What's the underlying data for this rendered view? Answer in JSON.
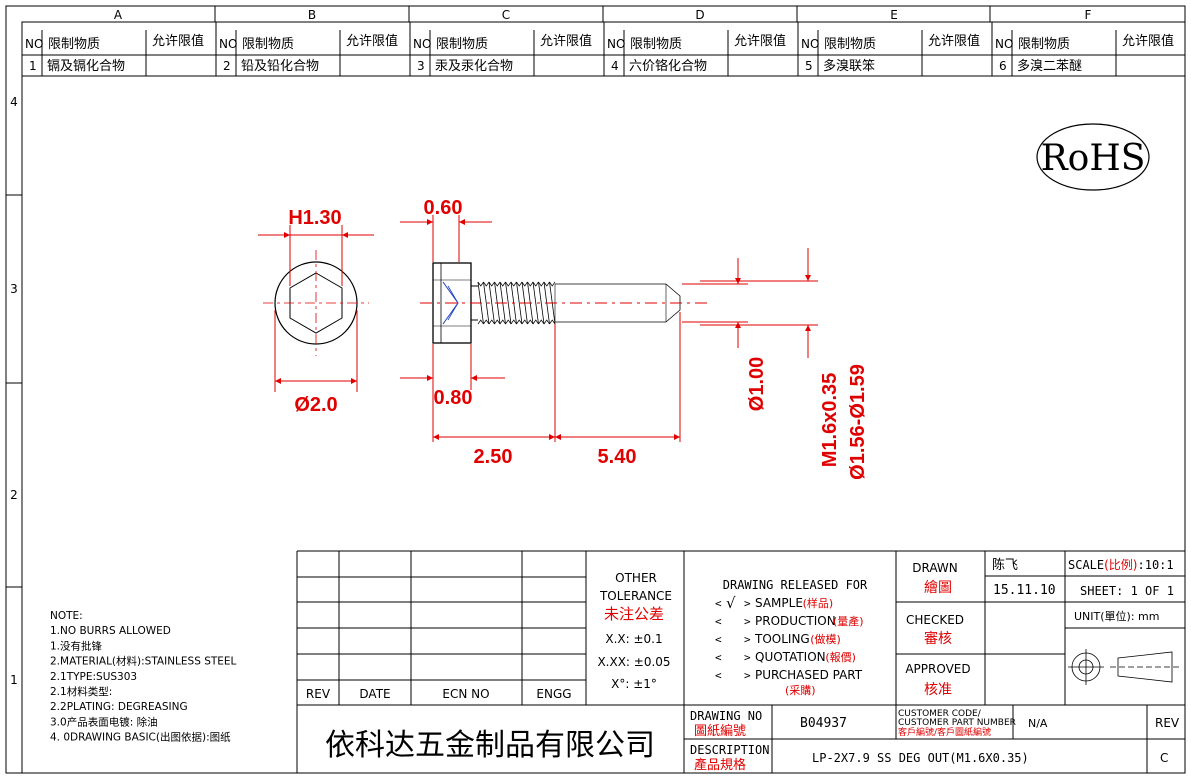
{
  "zones": {
    "cols": [
      "A",
      "B",
      "C",
      "D",
      "E",
      "F"
    ],
    "rows": [
      "4",
      "3",
      "2",
      "1"
    ]
  },
  "substances": {
    "no_header": "NO",
    "name_header": "限制物质",
    "limit_header": "允许限值",
    "items": [
      {
        "no": "1",
        "name": "镉及镉化合物",
        "limit": ""
      },
      {
        "no": "2",
        "name": "铅及铅化合物",
        "limit": ""
      },
      {
        "no": "3",
        "name": "汞及汞化合物",
        "limit": ""
      },
      {
        "no": "4",
        "name": "六价铬化合物",
        "limit": ""
      },
      {
        "no": "5",
        "name": "多溴联笨",
        "limit": ""
      },
      {
        "no": "6",
        "name": "多溴二苯醚",
        "limit": ""
      }
    ]
  },
  "rohs": "RoHS",
  "dims": {
    "head_hex": "H1.30",
    "head_dia": "Ø2.0",
    "slot": "0.60",
    "head_len": "0.80",
    "shank_dia": "Ø1.00",
    "thread": "M1.6x0.35",
    "thread_dia": "Ø1.56-Ø1.59",
    "len1": "2.50",
    "len2": "5.40"
  },
  "notes": [
    "NOTE:",
    "1.NO BURRS ALLOWED",
    "1.没有批锋",
    "2.MATERIAL(材料):STAINLESS STEEL",
    "2.1TYPE:SUS303",
    "2.1材料类型:",
    "2.2PLATING: DEGREASING",
    "3.0产品表面电镀: 除油",
    "4. 0DRAWING BASIC(出图依据):图纸"
  ],
  "rev_table": {
    "rev": "REV",
    "date": "DATE",
    "ecn": "ECN NO",
    "engg": "ENGG"
  },
  "tolerance": {
    "title1": "OTHER",
    "title2": "TOLERANCE",
    "title_cn": "未注公差",
    "xx": "X.X: ±0.1",
    "xxx": "X.XX: ±0.05",
    "ang": "X°: ±1°"
  },
  "release": {
    "title": "DRAWING RELEASED FOR",
    "items": [
      {
        "check": "√",
        "label": "SAMPLE",
        "cn": "(样品)"
      },
      {
        "check": "",
        "label": "PRODUCTION",
        "cn": "(量產)"
      },
      {
        "check": "",
        "label": "TOOLING",
        "cn": "(做模)"
      },
      {
        "check": "",
        "label": "QUOTATION",
        "cn": "(報價)"
      },
      {
        "check": "",
        "label": "PURCHASED PART",
        "cn": "(采購)"
      }
    ]
  },
  "signoff": {
    "drawn": "DRAWN",
    "drawn_cn": "繪圖",
    "drawn_name": "陈飞",
    "drawn_date": "15.11.10",
    "checked": "CHECKED",
    "checked_cn": "審核",
    "approved": "APPROVED",
    "approved_cn": "核准"
  },
  "scale": {
    "label": "SCALE",
    "cn": "(比例)",
    "value": ":10:1",
    "sheet": "SHEET:  1 OF 1",
    "unit": "UNIT(單位): mm"
  },
  "company": "依科达五金制品有限公司",
  "drawing_no": {
    "label": "DRAWING NO",
    "cn": "圖紙編號",
    "value": "B04937"
  },
  "customer": {
    "l1": "CUSTOMER CODE/",
    "l2": "CUSTOMER PART NUMBER",
    "l3": "客戶編號/客戶圖紙編號",
    "value": "N/A"
  },
  "rev": {
    "label": "REV",
    "value": "C"
  },
  "description": {
    "label": "DESCRIPTION",
    "cn": "產品規格",
    "value": "LP-2X7.9 SS DEG OUT(M1.6X0.35)"
  }
}
